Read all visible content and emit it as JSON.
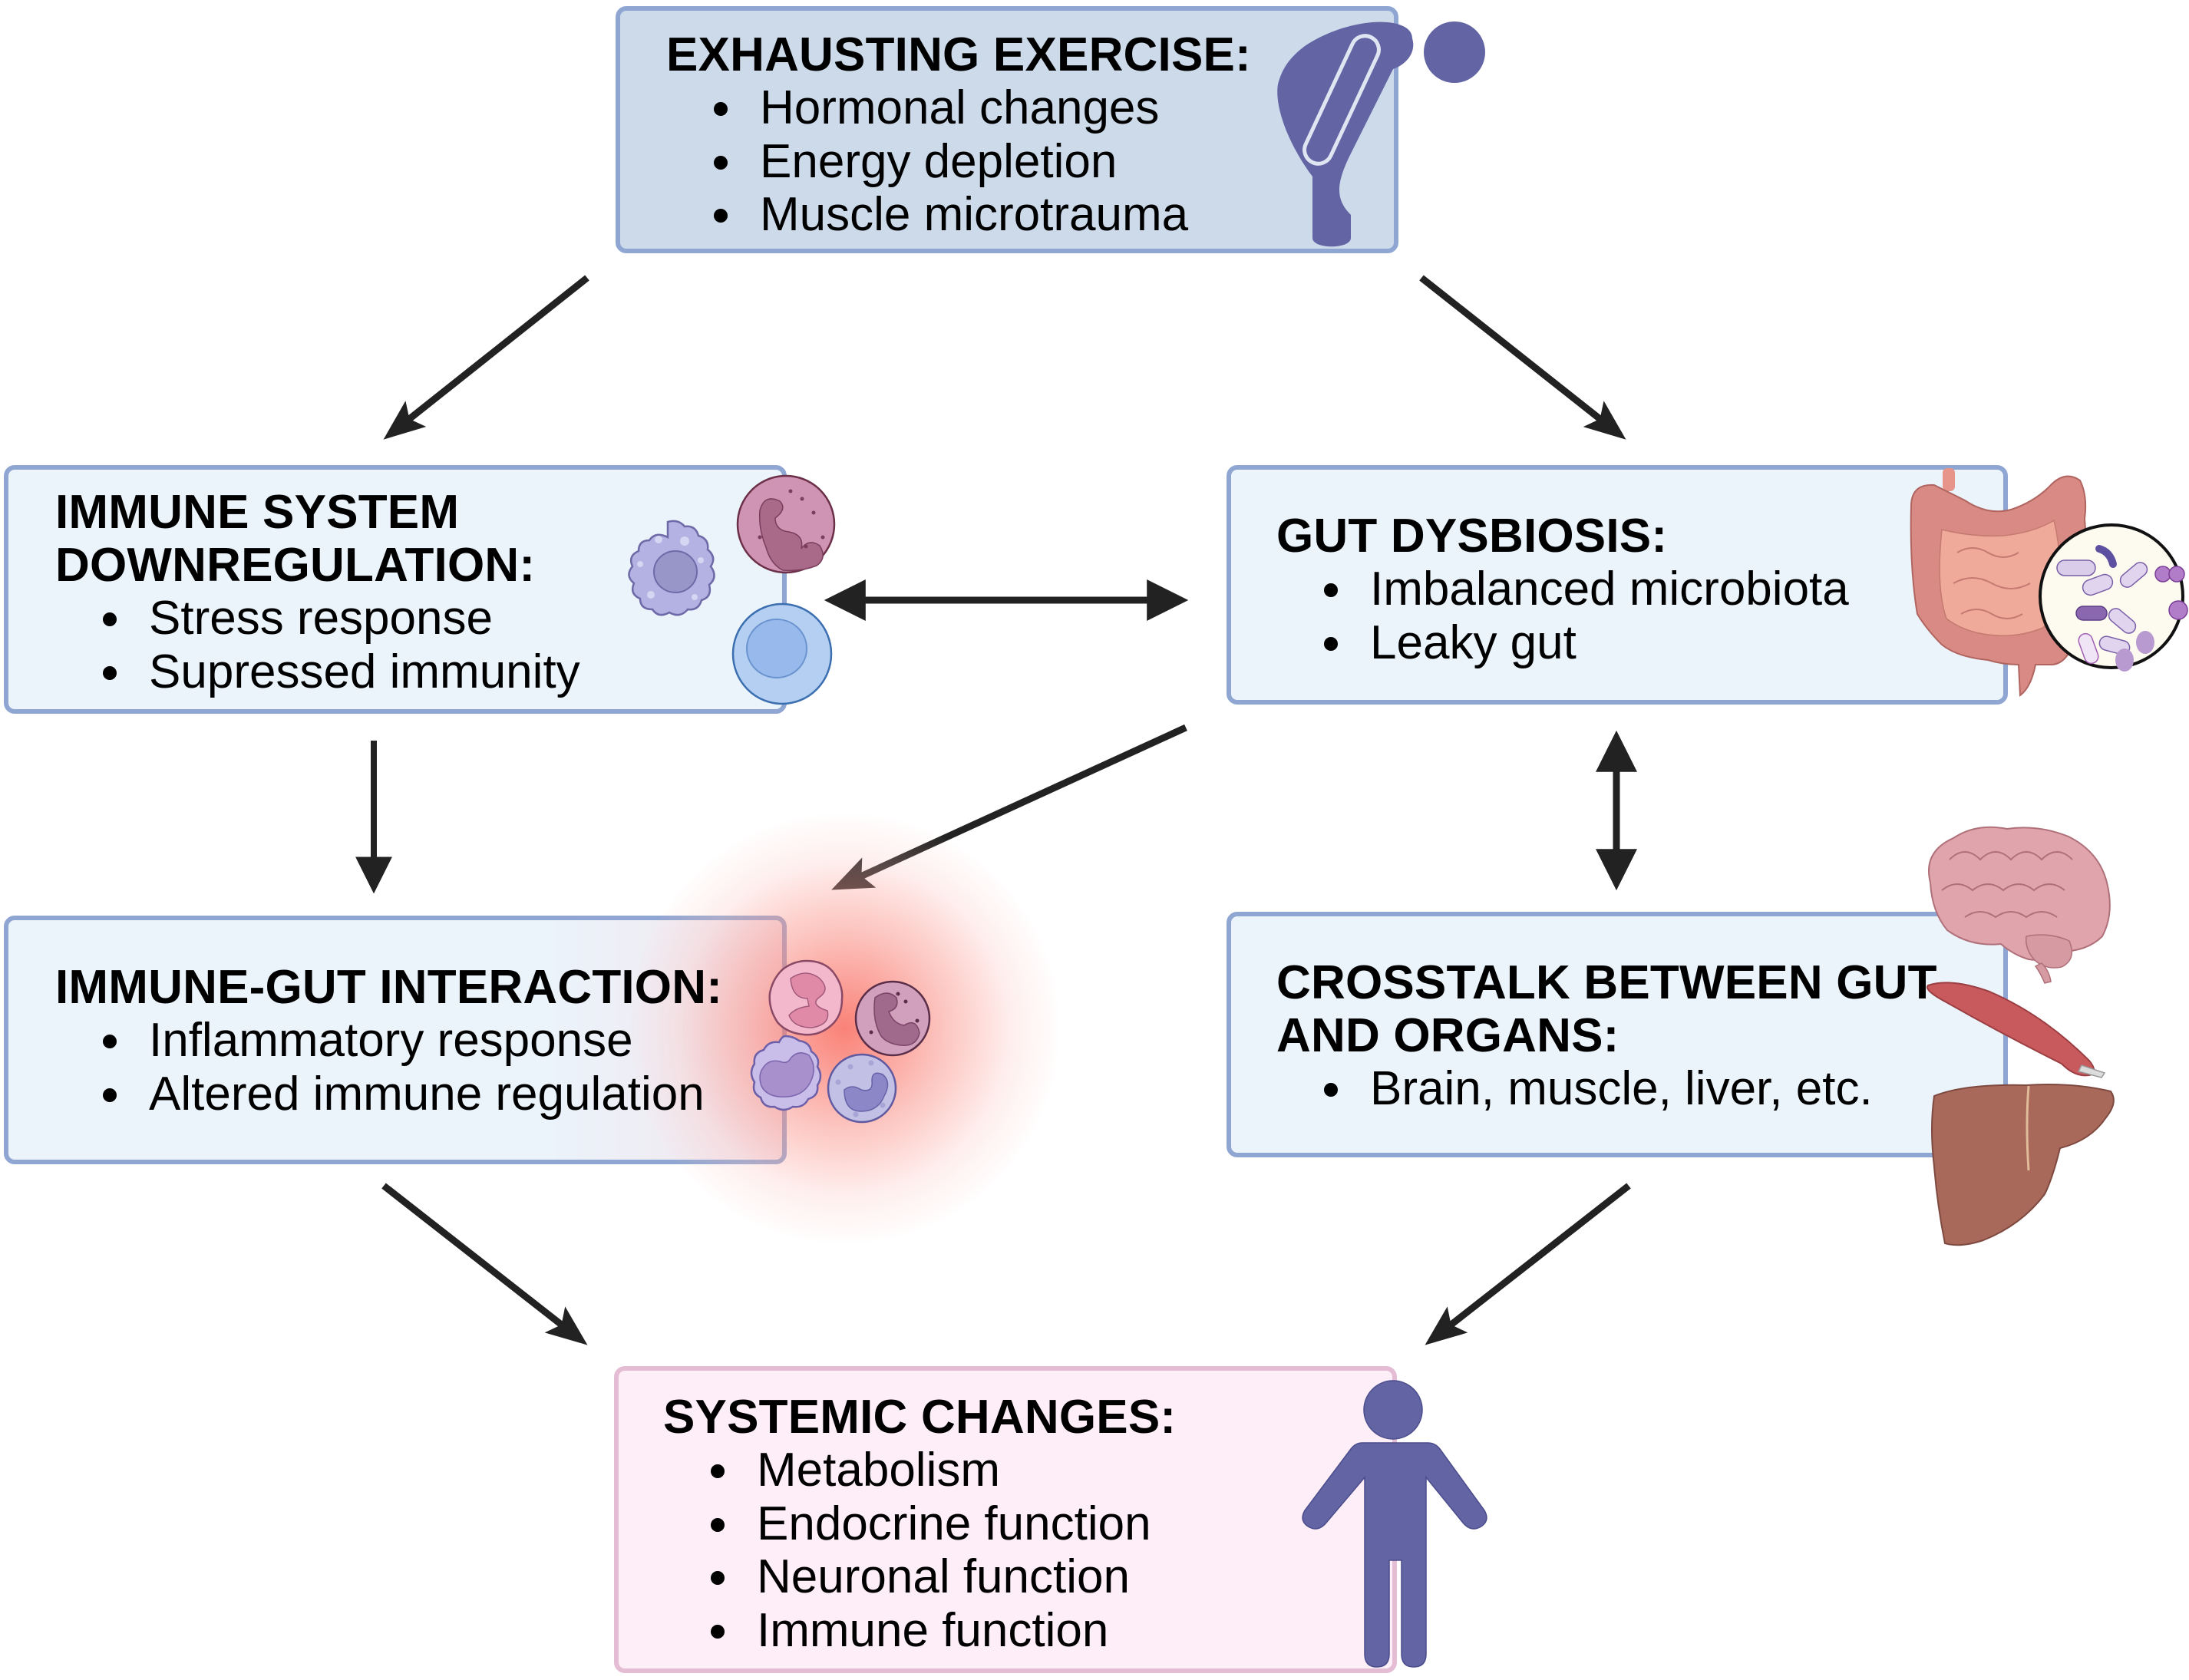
{
  "diagram": {
    "nodes": {
      "exhausting_exercise": {
        "title": "EXHAUSTING EXERCISE:",
        "items": [
          "Hormonal changes",
          "Energy depletion",
          "Muscle microtrauma"
        ],
        "icon": "bending-person-icon"
      },
      "immune_downregulation": {
        "title_line1": "IMMUNE SYSTEM",
        "title_line2": "DOWNREGULATION:",
        "items": [
          "Stress response",
          "Supressed immunity"
        ],
        "icon": "immune-cells-icon"
      },
      "gut_dysbiosis": {
        "title": "GUT DYSBIOSIS:",
        "items": [
          "Imbalanced microbiota",
          "Leaky gut"
        ],
        "icon": "intestine-microbiota-icon"
      },
      "immune_gut_interaction": {
        "title": "IMMUNE-GUT INTERACTION:",
        "items": [
          "Inflammatory response",
          "Altered immune regulation"
        ],
        "icon": "inflamed-immune-cells-icon"
      },
      "crosstalk": {
        "title_line1": "CROSSTALK BETWEEN GUT",
        "title_line2": "AND ORGANS:",
        "items": [
          "Brain, muscle, liver, etc."
        ],
        "icons": [
          "brain-icon",
          "muscle-icon",
          "liver-icon"
        ]
      },
      "systemic_changes": {
        "title": "SYSTEMIC CHANGES:",
        "items": [
          "Metabolism",
          "Endocrine function",
          "Neuronal function",
          "Immune function"
        ],
        "icon": "person-icon"
      }
    },
    "edges": [
      {
        "from": "exhausting_exercise",
        "to": "immune_downregulation",
        "type": "one-way"
      },
      {
        "from": "exhausting_exercise",
        "to": "gut_dysbiosis",
        "type": "one-way"
      },
      {
        "from": "immune_downregulation",
        "to": "gut_dysbiosis",
        "type": "two-way"
      },
      {
        "from": "immune_downregulation",
        "to": "immune_gut_interaction",
        "type": "one-way"
      },
      {
        "from": "gut_dysbiosis",
        "to": "immune_gut_interaction",
        "type": "one-way"
      },
      {
        "from": "gut_dysbiosis",
        "to": "crosstalk",
        "type": "two-way"
      },
      {
        "from": "immune_gut_interaction",
        "to": "systemic_changes",
        "type": "one-way"
      },
      {
        "from": "crosstalk",
        "to": "systemic_changes",
        "type": "one-way"
      }
    ],
    "colors": {
      "box_border": "#8fa6d2",
      "box_fill": "#ebf3fb",
      "top_box_fill": "#ccdaea",
      "systemic_box_fill": "#fdeef7",
      "systemic_box_border": "#e4bcd3",
      "figure": "#6264a4",
      "arrow": "#222222",
      "inflammation_glow": "#f86c60"
    }
  }
}
